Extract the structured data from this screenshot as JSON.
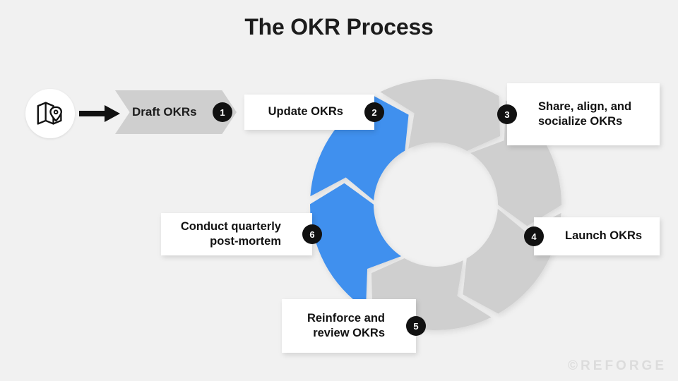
{
  "title": "The OKR Process",
  "background_color": "#f1f1f1",
  "colors": {
    "ring_gray": "#cfcfcf",
    "ring_blue": "#4190ee",
    "badge": "#111111",
    "text": "#121212",
    "watermark": "#dcdcdc"
  },
  "start_icon": {
    "name": "map-pin-icon",
    "glyph": "map"
  },
  "step1": {
    "label": "Draft OKRs",
    "badge": "1"
  },
  "steps": [
    {
      "badge": "2",
      "label": "Update OKRs",
      "color": "gray",
      "badge_side": "right"
    },
    {
      "badge": "3",
      "label": "Share, align, and\nsocialize OKRs",
      "color": "gray",
      "badge_side": "left"
    },
    {
      "badge": "4",
      "label": "Launch OKRs",
      "color": "gray",
      "badge_side": "left"
    },
    {
      "badge": "5",
      "label": "Reinforce and\nreview OKRs",
      "color": "blue",
      "badge_side": "right"
    },
    {
      "badge": "6",
      "label": "Conduct quarterly\npost-mortem",
      "color": "blue",
      "badge_side": "right"
    }
  ],
  "watermark": "©REFORGE",
  "chart_data": {
    "type": "pie",
    "title": "The OKR Process",
    "note": "Six-step cyclical donut (chevron arrow segments), clockwise from top-left",
    "categories": [
      "Draft OKRs",
      "Update OKRs",
      "Share, align, and socialize OKRs",
      "Launch OKRs",
      "Reinforce and review OKRs",
      "Conduct quarterly post-mortem"
    ],
    "values": [
      16.67,
      16.67,
      16.67,
      16.67,
      16.67,
      16.67
    ],
    "segment_colors": [
      "#cfcfcf",
      "#cfcfcf",
      "#cfcfcf",
      "#cfcfcf",
      "#4190ee",
      "#4190ee"
    ],
    "legend": [
      "1",
      "2",
      "3",
      "4",
      "5",
      "6"
    ],
    "center": [
      617,
      290
    ],
    "outer_radius": 178,
    "inner_radius": 88
  }
}
